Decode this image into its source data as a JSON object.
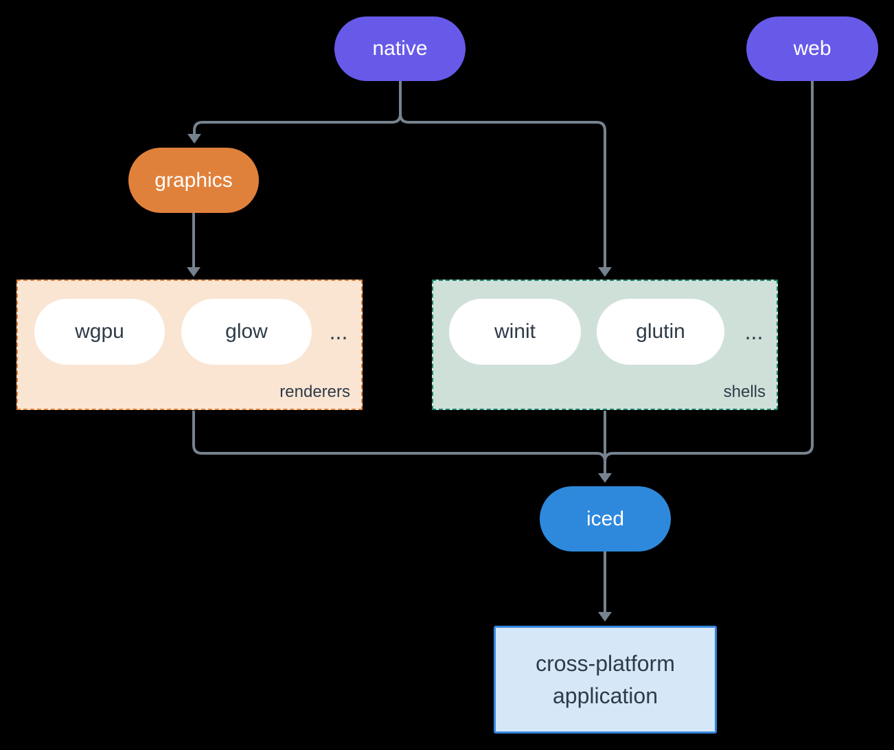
{
  "nodes": {
    "native": {
      "label": "native"
    },
    "web": {
      "label": "web"
    },
    "graphics": {
      "label": "graphics"
    },
    "iced": {
      "label": "iced"
    },
    "application": {
      "label": "cross-platform application"
    }
  },
  "groups": {
    "renderers": {
      "label": "renderers",
      "pills": [
        "wgpu",
        "glow"
      ],
      "more": "..."
    },
    "shells": {
      "label": "shells",
      "pills": [
        "winit",
        "glutin"
      ],
      "more": "..."
    }
  },
  "colors": {
    "background": "#000000",
    "line": "#76838F",
    "purple": "#675AE9",
    "orange": "#E0813B",
    "blue": "#2E89DC",
    "dark-text": "#2E3B48",
    "pill-text": "#FFFFFF",
    "pill-bg": "#FFFFFF",
    "renderers-bg": "#FAE5D3",
    "renderers-border": "#E0813B",
    "shells-bg": "#CFE0D9",
    "shells-border": "#1A826B",
    "app-bg": "#D6E7F8",
    "app-border": "#3487DF"
  }
}
